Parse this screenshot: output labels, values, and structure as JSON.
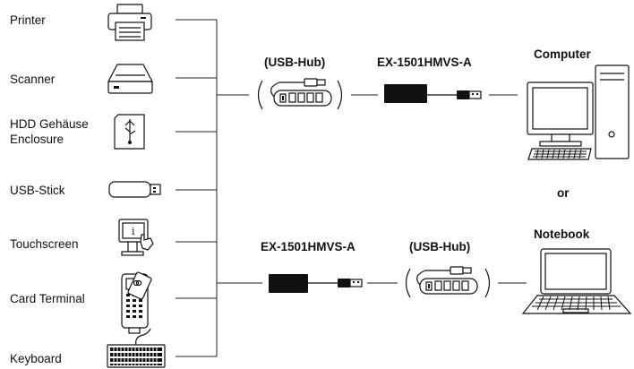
{
  "devices": [
    {
      "label": "Printer",
      "icon": "printer-icon"
    },
    {
      "label": "Scanner",
      "icon": "scanner-icon"
    },
    {
      "label_line1": "HDD Gehäuse",
      "label_line2": "Enclosure",
      "icon": "hdd-enclosure-icon"
    },
    {
      "label": "USB-Stick",
      "icon": "usb-stick-icon"
    },
    {
      "label": "Touchscreen",
      "icon": "touchscreen-icon"
    },
    {
      "label": "Card Terminal",
      "icon": "card-terminal-icon"
    },
    {
      "label": "Keyboard",
      "icon": "keyboard-icon"
    }
  ],
  "top_path": {
    "hub_label": "(USB-Hub)",
    "adapter_label": "EX-1501HMVS-A",
    "host_label": "Computer"
  },
  "or_label": "or",
  "bottom_path": {
    "adapter_label": "EX-1501HMVS-A",
    "hub_label": "(USB-Hub)",
    "host_label": "Notebook"
  }
}
